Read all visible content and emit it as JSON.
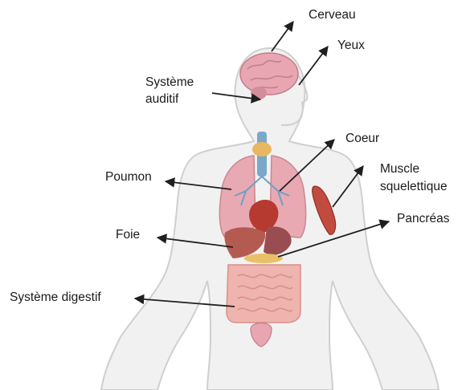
{
  "labels": {
    "brain": "Cerveau",
    "eyes": "Yeux",
    "auditory_line1": "Système",
    "auditory_line2": "auditif",
    "heart": "Coeur",
    "lung": "Poumon",
    "muscle_line1": "Muscle",
    "muscle_line2": "squelettique",
    "pancreas": "Pancréas",
    "liver": "Foie",
    "digestive": "Système digestif"
  },
  "colors": {
    "body_fill": "#f1f1f1",
    "body_outline": "#cfcfcf",
    "lung": "#e8a9b3",
    "brain": "#e7a6b2",
    "liver": "#b45b51",
    "intestine": "#efb4ae",
    "heart": "#b63a30",
    "arrow": "#1f1f1f"
  }
}
